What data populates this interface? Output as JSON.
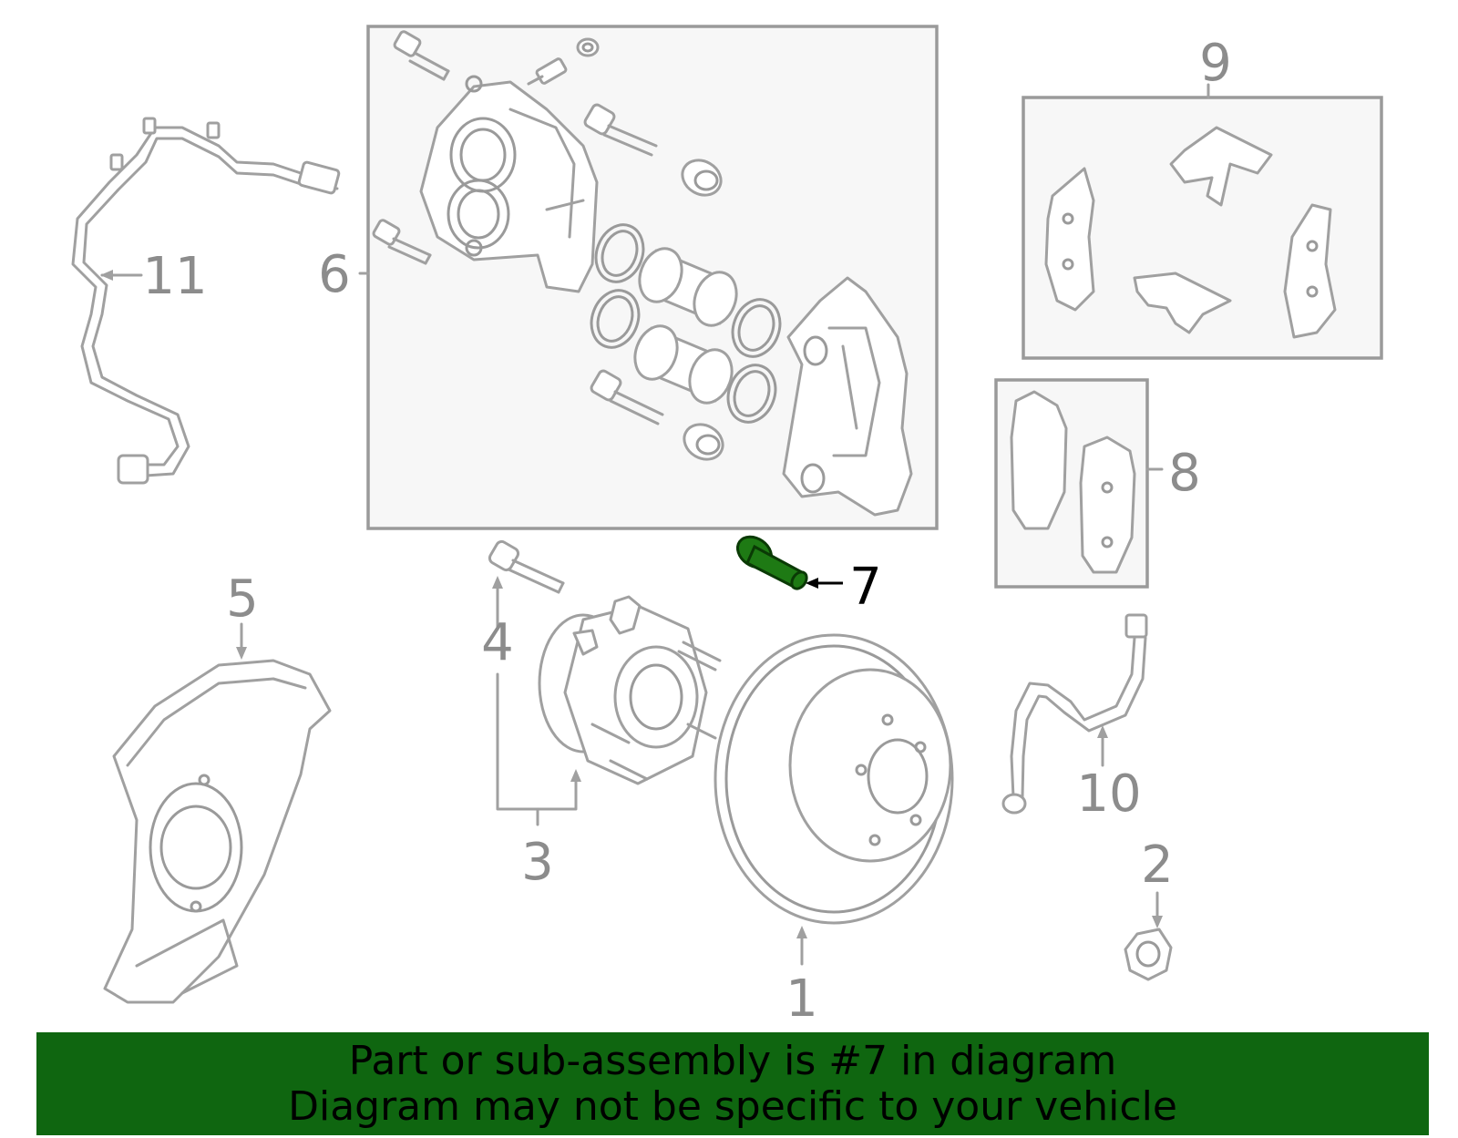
{
  "diagram": {
    "callouts": [
      {
        "id": "1",
        "label": "1"
      },
      {
        "id": "2",
        "label": "2"
      },
      {
        "id": "3",
        "label": "3"
      },
      {
        "id": "4",
        "label": "4"
      },
      {
        "id": "5",
        "label": "5"
      },
      {
        "id": "6",
        "label": "6"
      },
      {
        "id": "7",
        "label": "7",
        "highlighted": true
      },
      {
        "id": "8",
        "label": "8"
      },
      {
        "id": "9",
        "label": "9"
      },
      {
        "id": "10",
        "label": "10"
      },
      {
        "id": "11",
        "label": "11"
      }
    ],
    "highlight_color": "#1e7a14",
    "line_color": "#a0a0a0"
  },
  "banner": {
    "line1": "Part or sub-assembly is #7 in diagram",
    "line2": "Diagram may not be specific to your vehicle",
    "background": "#0f6610"
  }
}
